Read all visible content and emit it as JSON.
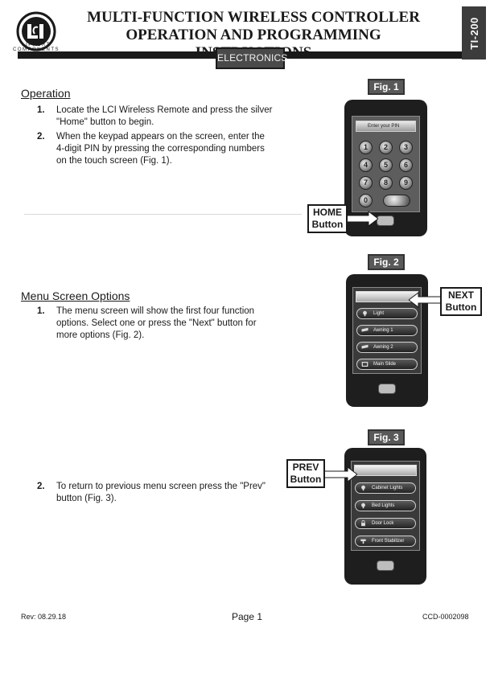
{
  "header": {
    "logo_mark": "LCI",
    "logo_text": "LIPPERT COMPONENTS",
    "title_line1": "MULTI-FUNCTION WIRELESS CONTROLLER",
    "title_line2": "OPERATION AND PROGRAMMING INSTRUCTIONS",
    "category_tab": "ELECTRONICS",
    "doc_code": "TI-200"
  },
  "operation": {
    "title": "Operation",
    "steps": [
      {
        "num": "1.",
        "line1": "Locate the LCI Wireless Remote and press the silver",
        "line2": "\"Home\" button to begin."
      },
      {
        "num": "2.",
        "line1": "When the keypad appears on the screen, enter the",
        "line2": "4-digit PIN by pressing the corresponding numbers",
        "line3": "on the touch screen (Fig. 1)."
      }
    ]
  },
  "menu_options": {
    "title": "Menu Screen Options",
    "steps": [
      {
        "num": "1.",
        "line1": "The menu screen will show the first four function",
        "line2": "options.  Select one or press the \"Next\" button for",
        "line3": "more options (Fig. 2)."
      },
      {
        "num": "2.",
        "line1": "To return to previous menu screen press the \"Prev\"",
        "line2": "button (Fig. 3)."
      }
    ]
  },
  "fig1": {
    "label": "Fig. 1",
    "screen_title": "Enter your PIN",
    "keys": [
      "1",
      "2",
      "3",
      "4",
      "5",
      "6",
      "7",
      "8",
      "9",
      "0"
    ],
    "callout_line1": "HOME",
    "callout_line2": "Button"
  },
  "fig2": {
    "label": "Fig. 2",
    "items": [
      "Light",
      "Awning 1",
      "Awning 2",
      "Main Slide"
    ],
    "callout_line1": "NEXT",
    "callout_line2": "Button"
  },
  "fig3": {
    "label": "Fig. 3",
    "items": [
      "Cabinet Lights",
      "Bed Lights",
      "Door Lock",
      "Front Stabilizer"
    ],
    "callout_line1": "PREV",
    "callout_line2": "Button"
  },
  "footer": {
    "rev": "Rev: 08.29.18",
    "page": "Page 1",
    "code": "CCD-0002098"
  },
  "colors": {
    "header_bar": "#1a1a1a",
    "tab_bg": "#4a4a4a",
    "device_body": "#1e1e1e"
  }
}
